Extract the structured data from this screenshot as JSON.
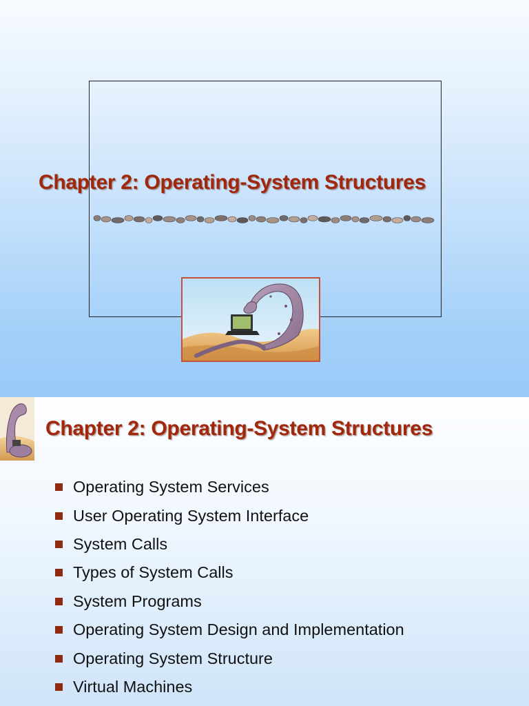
{
  "slide1": {
    "title": "Chapter 2:  Operating-System Structures"
  },
  "slide2": {
    "title": "Chapter 2:  Operating-System Structures",
    "bullets": [
      "Operating System Services",
      "User Operating System Interface",
      "System Calls",
      "Types of System Calls",
      "System Programs",
      "Operating System Design and Implementation",
      "Operating System Structure",
      "Virtual Machines"
    ]
  },
  "colors": {
    "title": "#a0280d",
    "bullet": "#8d2a10",
    "frame_border": "#c8503a"
  },
  "images": {
    "pebbles": "pebble-row",
    "main_illustration": "dinosaur-laptop",
    "corner_illustration": "dinosaur-corner"
  }
}
